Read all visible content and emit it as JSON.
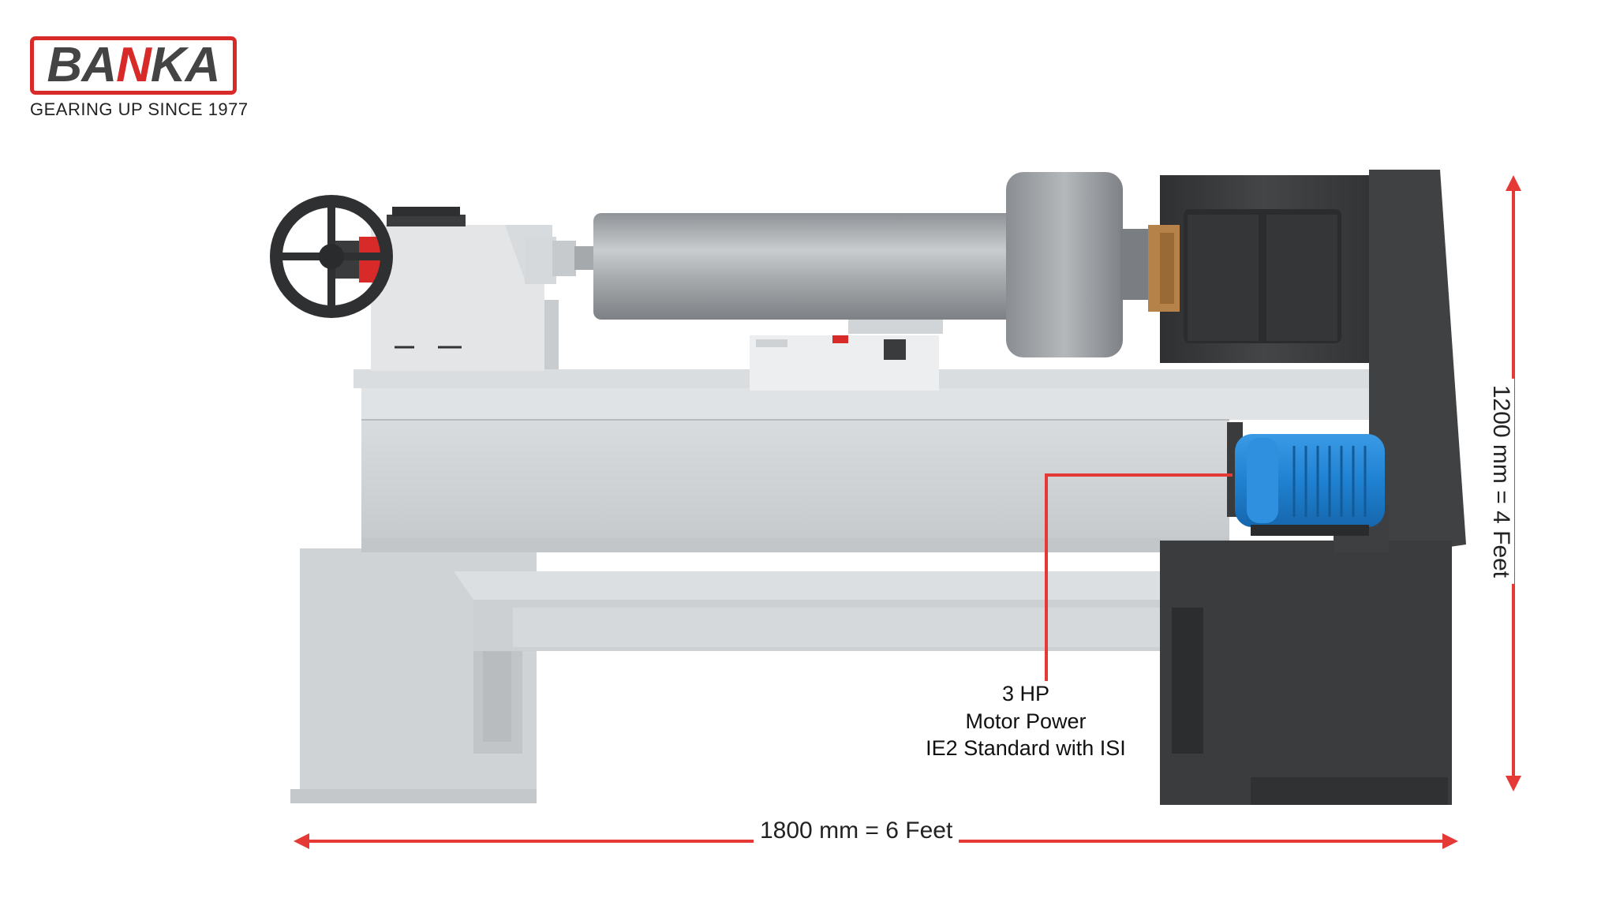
{
  "brand": {
    "name_part1": "BA",
    "name_accent": "N",
    "name_part2": "KA",
    "tagline": "GEARING UP SINCE 1977",
    "accent_color": "#d92a2a"
  },
  "dimensions": {
    "width_label": "1800 mm = 6 Feet",
    "height_label": "1200 mm = 4 Feet",
    "arrow_color": "#e53935"
  },
  "callout": {
    "line1": "3 HP",
    "line2": "Motor Power",
    "line3": "IE2 Standard with ISI"
  },
  "colors": {
    "machine_body": "#d4d7da",
    "machine_dark": "#3d3e40",
    "motor": "#2389d8",
    "drum": "#9da1a5"
  }
}
